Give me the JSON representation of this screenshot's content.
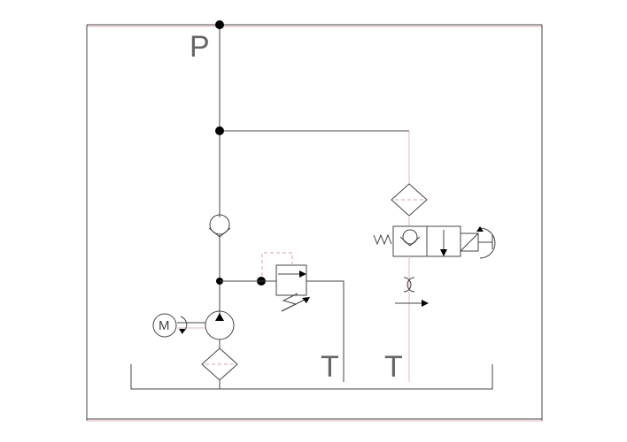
{
  "labels": {
    "pressure_port": "P",
    "tank_port_1": "T",
    "tank_port_2": "T",
    "motor": "M"
  },
  "colors": {
    "line": "#444444",
    "pilot_line": "#e8b4b8",
    "junction": "#000000"
  }
}
